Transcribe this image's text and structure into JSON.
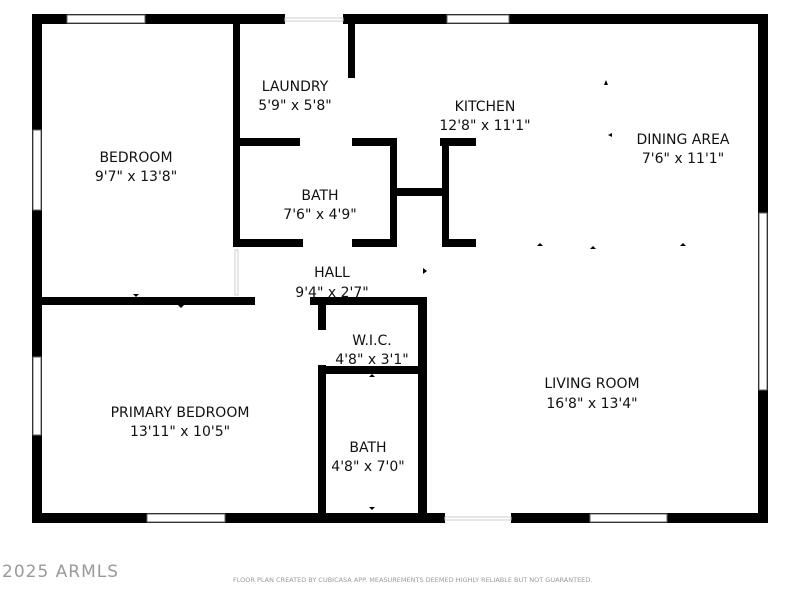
{
  "rooms": [
    {
      "name": "LAUNDRY",
      "size": "5'9\" x 5'8\""
    },
    {
      "name": "KITCHEN",
      "size": "12'8\" x 11'1\""
    },
    {
      "name": "DINING AREA",
      "size": "7'6\" x 11'1\""
    },
    {
      "name": "BEDROOM",
      "size": "9'7\" x 13'8\""
    },
    {
      "name": "BATH",
      "size": "7'6\" x 4'9\""
    },
    {
      "name": "HALL",
      "size": "9'4\" x 2'7\""
    },
    {
      "name": "W.I.C.",
      "size": "4'8\" x 3'1\""
    },
    {
      "name": "LIVING ROOM",
      "size": "16'8\" x 13'4\""
    },
    {
      "name": "PRIMARY BEDROOM",
      "size": "13'11\" x 10'5\""
    },
    {
      "name": "BATH",
      "size": "4'8\" x 7'0\""
    }
  ],
  "footer": {
    "copyright": "2025 ARMLS",
    "disclaimer": "FLOOR PLAN CREATED BY CUBICASA APP. MEASUREMENTS DEEMED HIGHLY RELIABLE BUT NOT GUARANTEED."
  }
}
